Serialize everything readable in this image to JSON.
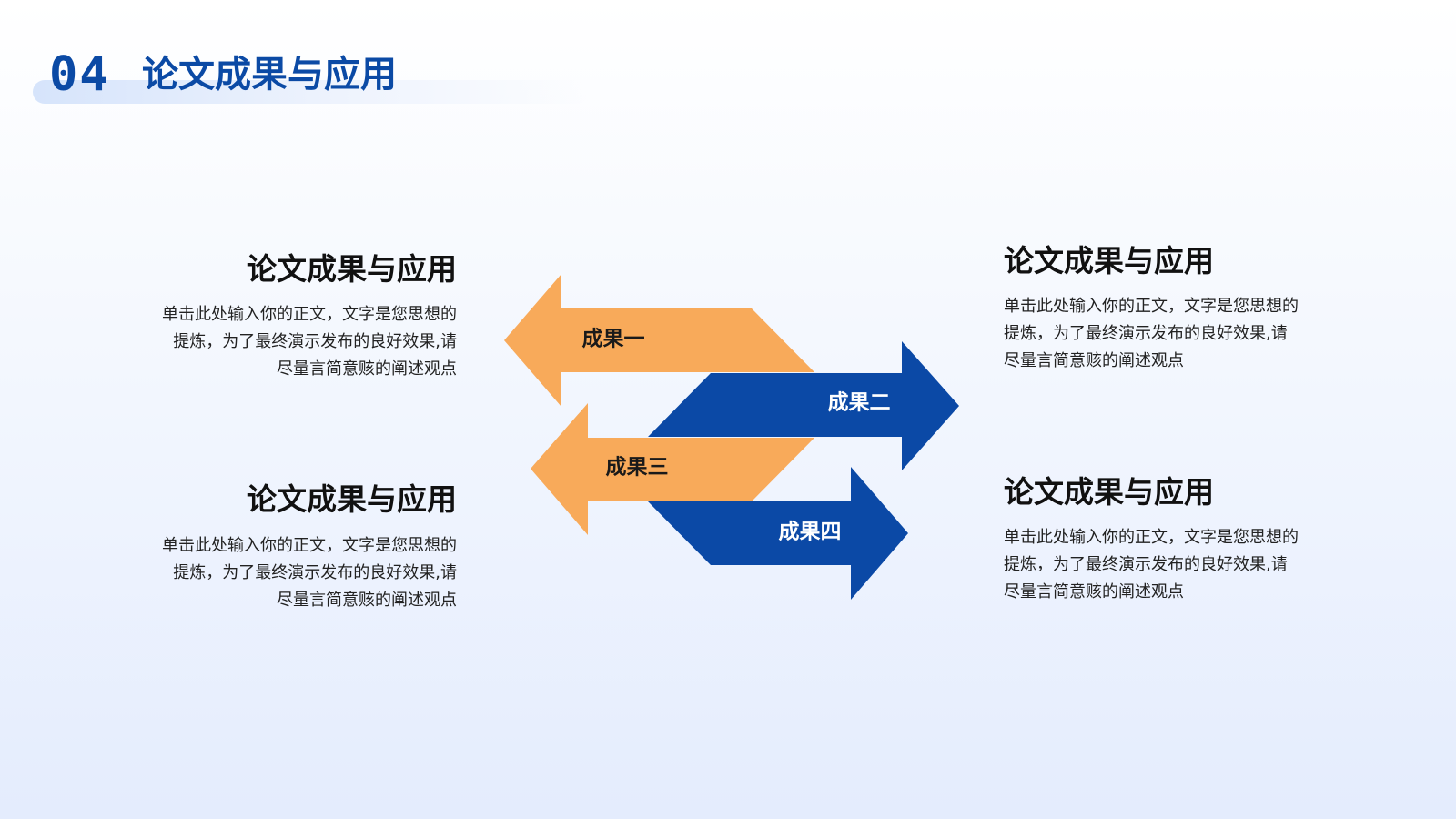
{
  "header": {
    "number": "04",
    "title": "论文成果与应用"
  },
  "blocks": [
    {
      "title": "论文成果与应用",
      "lines": [
        "单击此处输入你的正文，文字是您思想的",
        "提炼，为了最终演示发布的良好效果,请",
        "尽量言简意赅的阐述观点"
      ]
    },
    {
      "title": "论文成果与应用",
      "lines": [
        "单击此处输入你的正文，文字是您思想的",
        "提炼，为了最终演示发布的良好效果,请",
        "尽量言简意赅的阐述观点"
      ]
    },
    {
      "title": "论文成果与应用",
      "lines": [
        "单击此处输入你的正文，文字是您思想的",
        "提炼，为了最终演示发布的良好效果,请",
        "尽量言简意赅的阐述观点"
      ]
    },
    {
      "title": "论文成果与应用",
      "lines": [
        "单击此处输入你的正文，文字是您思想的",
        "提炼，为了最终演示发布的良好效果,请",
        "尽量言简意赅的阐述观点"
      ]
    }
  ],
  "arrows": [
    {
      "label": "成果一",
      "direction": "left",
      "color": "#f8aa5a",
      "text_color": "#1a1a1a"
    },
    {
      "label": "成果二",
      "direction": "right",
      "color": "#0b49a6",
      "text_color": "#ffffff"
    },
    {
      "label": "成果三",
      "direction": "left",
      "color": "#f8aa5a",
      "text_color": "#1a1a1a"
    },
    {
      "label": "成果四",
      "direction": "right",
      "color": "#0b49a6",
      "text_color": "#ffffff"
    }
  ],
  "colors": {
    "accent": "#0b4aa5",
    "orange": "#f8aa5a",
    "blue": "#0b49a6"
  }
}
